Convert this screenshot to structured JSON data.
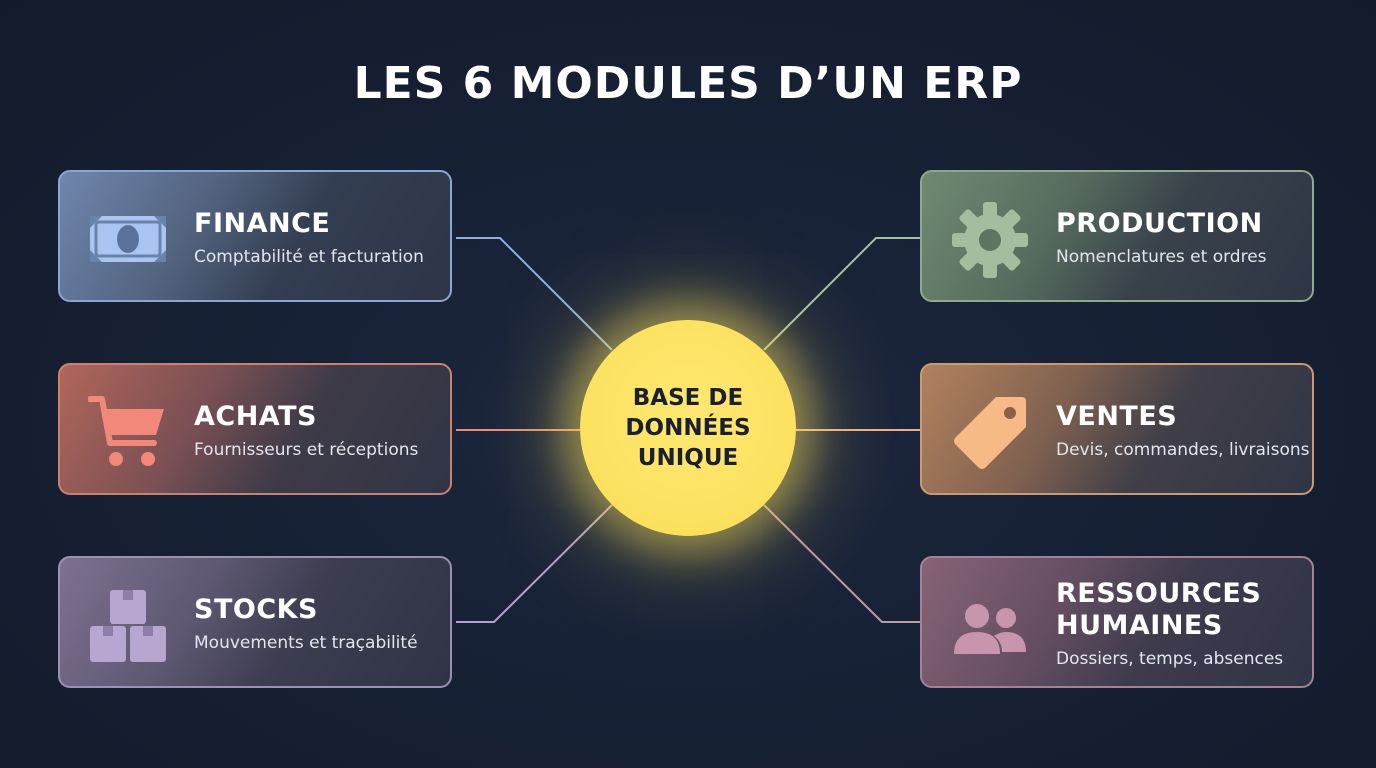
{
  "title": "LES 6 MODULES D’UN ERP",
  "hub": {
    "label": "BASE DE\nDONNÉES\nUNIQUE",
    "color": "#fbe15e"
  },
  "modules": [
    {
      "id": "finance",
      "name": "FINANCE",
      "description": "Comptabilité et facturation",
      "icon": "banknote-icon",
      "color": "#8aa7d4"
    },
    {
      "id": "achats",
      "name": "ACHATS",
      "description": "Fournisseurs et réceptions",
      "icon": "shopping-cart-icon",
      "color": "#e7836e"
    },
    {
      "id": "stocks",
      "name": "STOCKS",
      "description": "Mouvements et traçabilité",
      "icon": "boxes-icon",
      "color": "#ad9cc4"
    },
    {
      "id": "production",
      "name": "PRODUCTION",
      "description": "Nomenclatures et ordres",
      "icon": "gear-icon",
      "color": "#9bb796"
    },
    {
      "id": "ventes",
      "name": "VENTES",
      "description": "Devis, commandes, livraisons",
      "icon": "price-tag-icon",
      "color": "#f2b07c"
    },
    {
      "id": "rh",
      "name": "RESSOURCES\nHUMAINES",
      "description": "Dossiers, temps, absences",
      "icon": "people-icon",
      "color": "#bd8aa2"
    }
  ]
}
